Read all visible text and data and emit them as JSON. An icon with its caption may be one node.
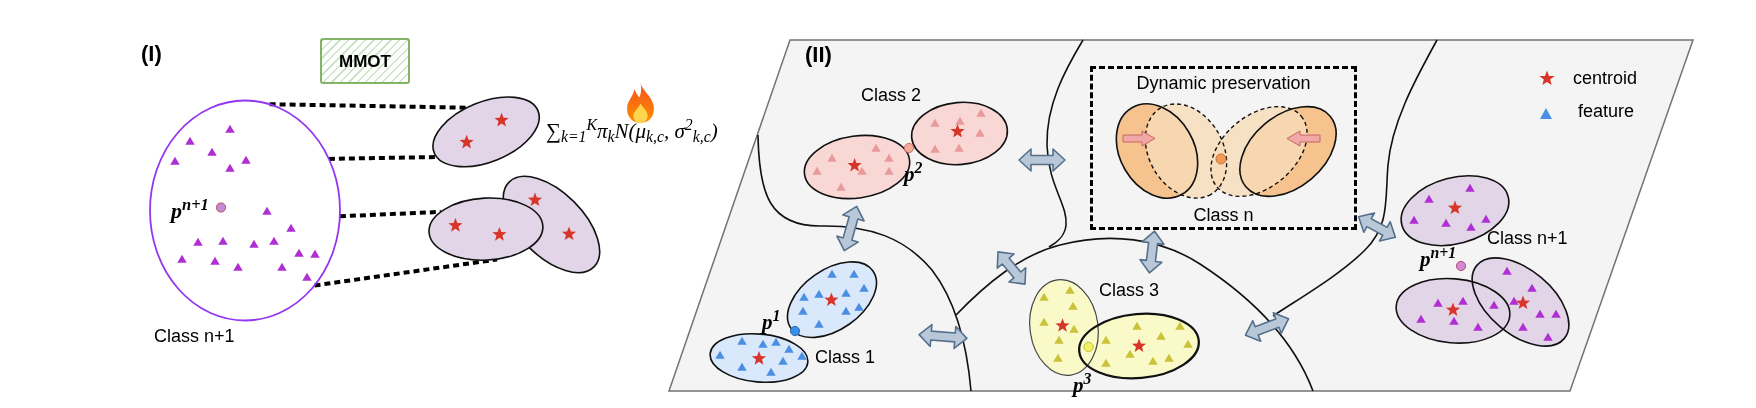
{
  "diagram": {
    "nodes": [
      {
        "text": [
          "MMOT"
        ]
      },
      {
        "text": [
          "p$^{n+1}$",
          "Class n+1"
        ]
      },
      {
        "text": [],
        "shape": "ellipse"
      },
      {
        "text": [],
        "shape": "ellipse"
      },
      {
        "text": [
          "Dynamic preservation",
          "Class n"
        ]
      }
    ],
    "edges": [
      {
        "from": 1,
        "to": 2,
        "arrow": "none",
        "style": "dashed"
      },
      {
        "from": 1,
        "to": 2,
        "arrow": "none",
        "style": "dashed"
      },
      {
        "from": 1,
        "to": 3,
        "arrow": "none",
        "style": "dashed"
      },
      {
        "from": 1,
        "to": 3,
        "arrow": "none",
        "style": "dashed"
      }
    ],
    "labels": [
      "(I)",
      "(II)",
      "∑$_{k=1}$$^{K}$π$_{k}$N(μ$_{k,c}$, σ$^{2}$$_{k,c}$)",
      "Class 2",
      "p$^{2}$",
      "Class n+1",
      "p$^{n+1}$",
      "Class 3",
      "p$^{1}$",
      "Class 1",
      "p$^{3}$"
    ],
    "legend": [
      {
        "text": "centroid"
      },
      {
        "text": "feature"
      }
    ]
  }
}
